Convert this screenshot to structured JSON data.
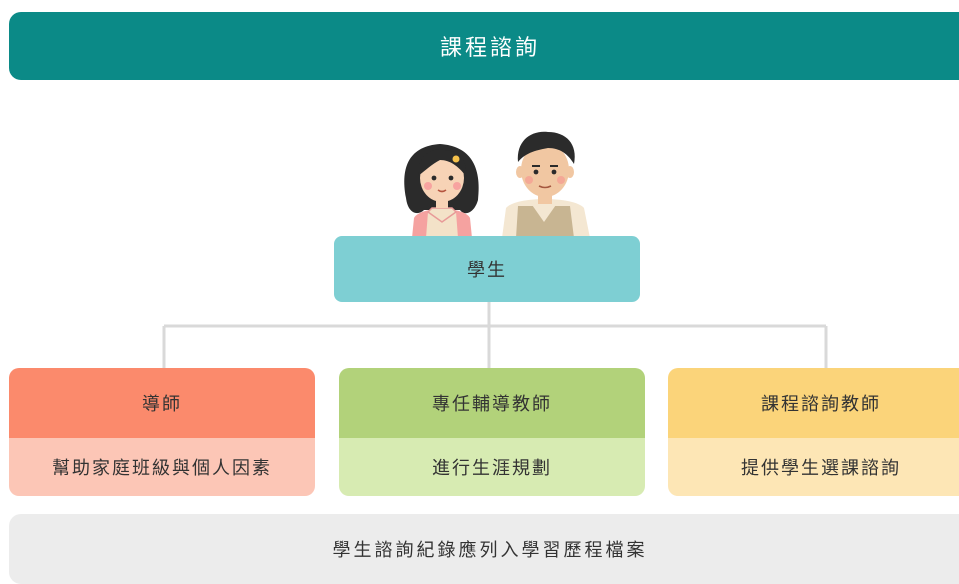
{
  "title": "課程諮詢",
  "student": "學生",
  "roles": [
    {
      "name": "導師",
      "description": "幫助家庭班級與個人因素",
      "head_color": "#fb8a6c",
      "body_color": "#fcc6b6"
    },
    {
      "name": "專任輔導教師",
      "description": "進行生涯規劃",
      "head_color": "#b2d27a",
      "body_color": "#d7ebb2"
    },
    {
      "name": "課程諮詢教師",
      "description": "提供學生選課諮詢",
      "head_color": "#fbd47a",
      "body_color": "#fde6b5"
    }
  ],
  "footer": "學生諮詢紀錄應列入學習歷程檔案",
  "colors": {
    "accent": "#0b8a87",
    "student_box": "#7ecfd3",
    "connector": "#d9d9d9"
  }
}
